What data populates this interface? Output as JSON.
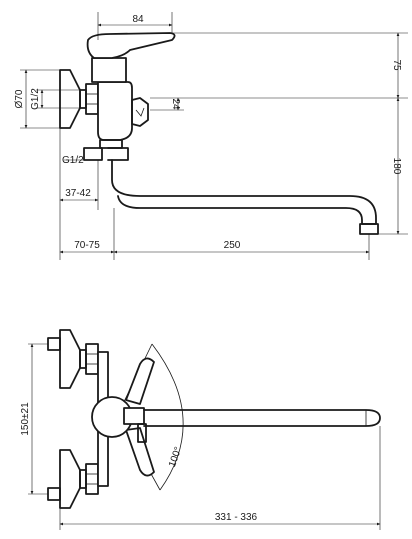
{
  "side_view": {
    "dim_lever_width": "84",
    "dim_lever_height": "75",
    "dim_diameter": "Ø70",
    "dim_thread_top": "G1/2",
    "dim_valve_offset": "24",
    "dim_thread_bottom": "G1/2",
    "dim_spout_height": "180",
    "dim_nut_range": "37-42",
    "dim_wall_range": "70-75",
    "dim_spout_reach": "250"
  },
  "top_view": {
    "dim_centres": "150±21",
    "dim_angle": "100°",
    "dim_total_length": "331 - 336"
  }
}
